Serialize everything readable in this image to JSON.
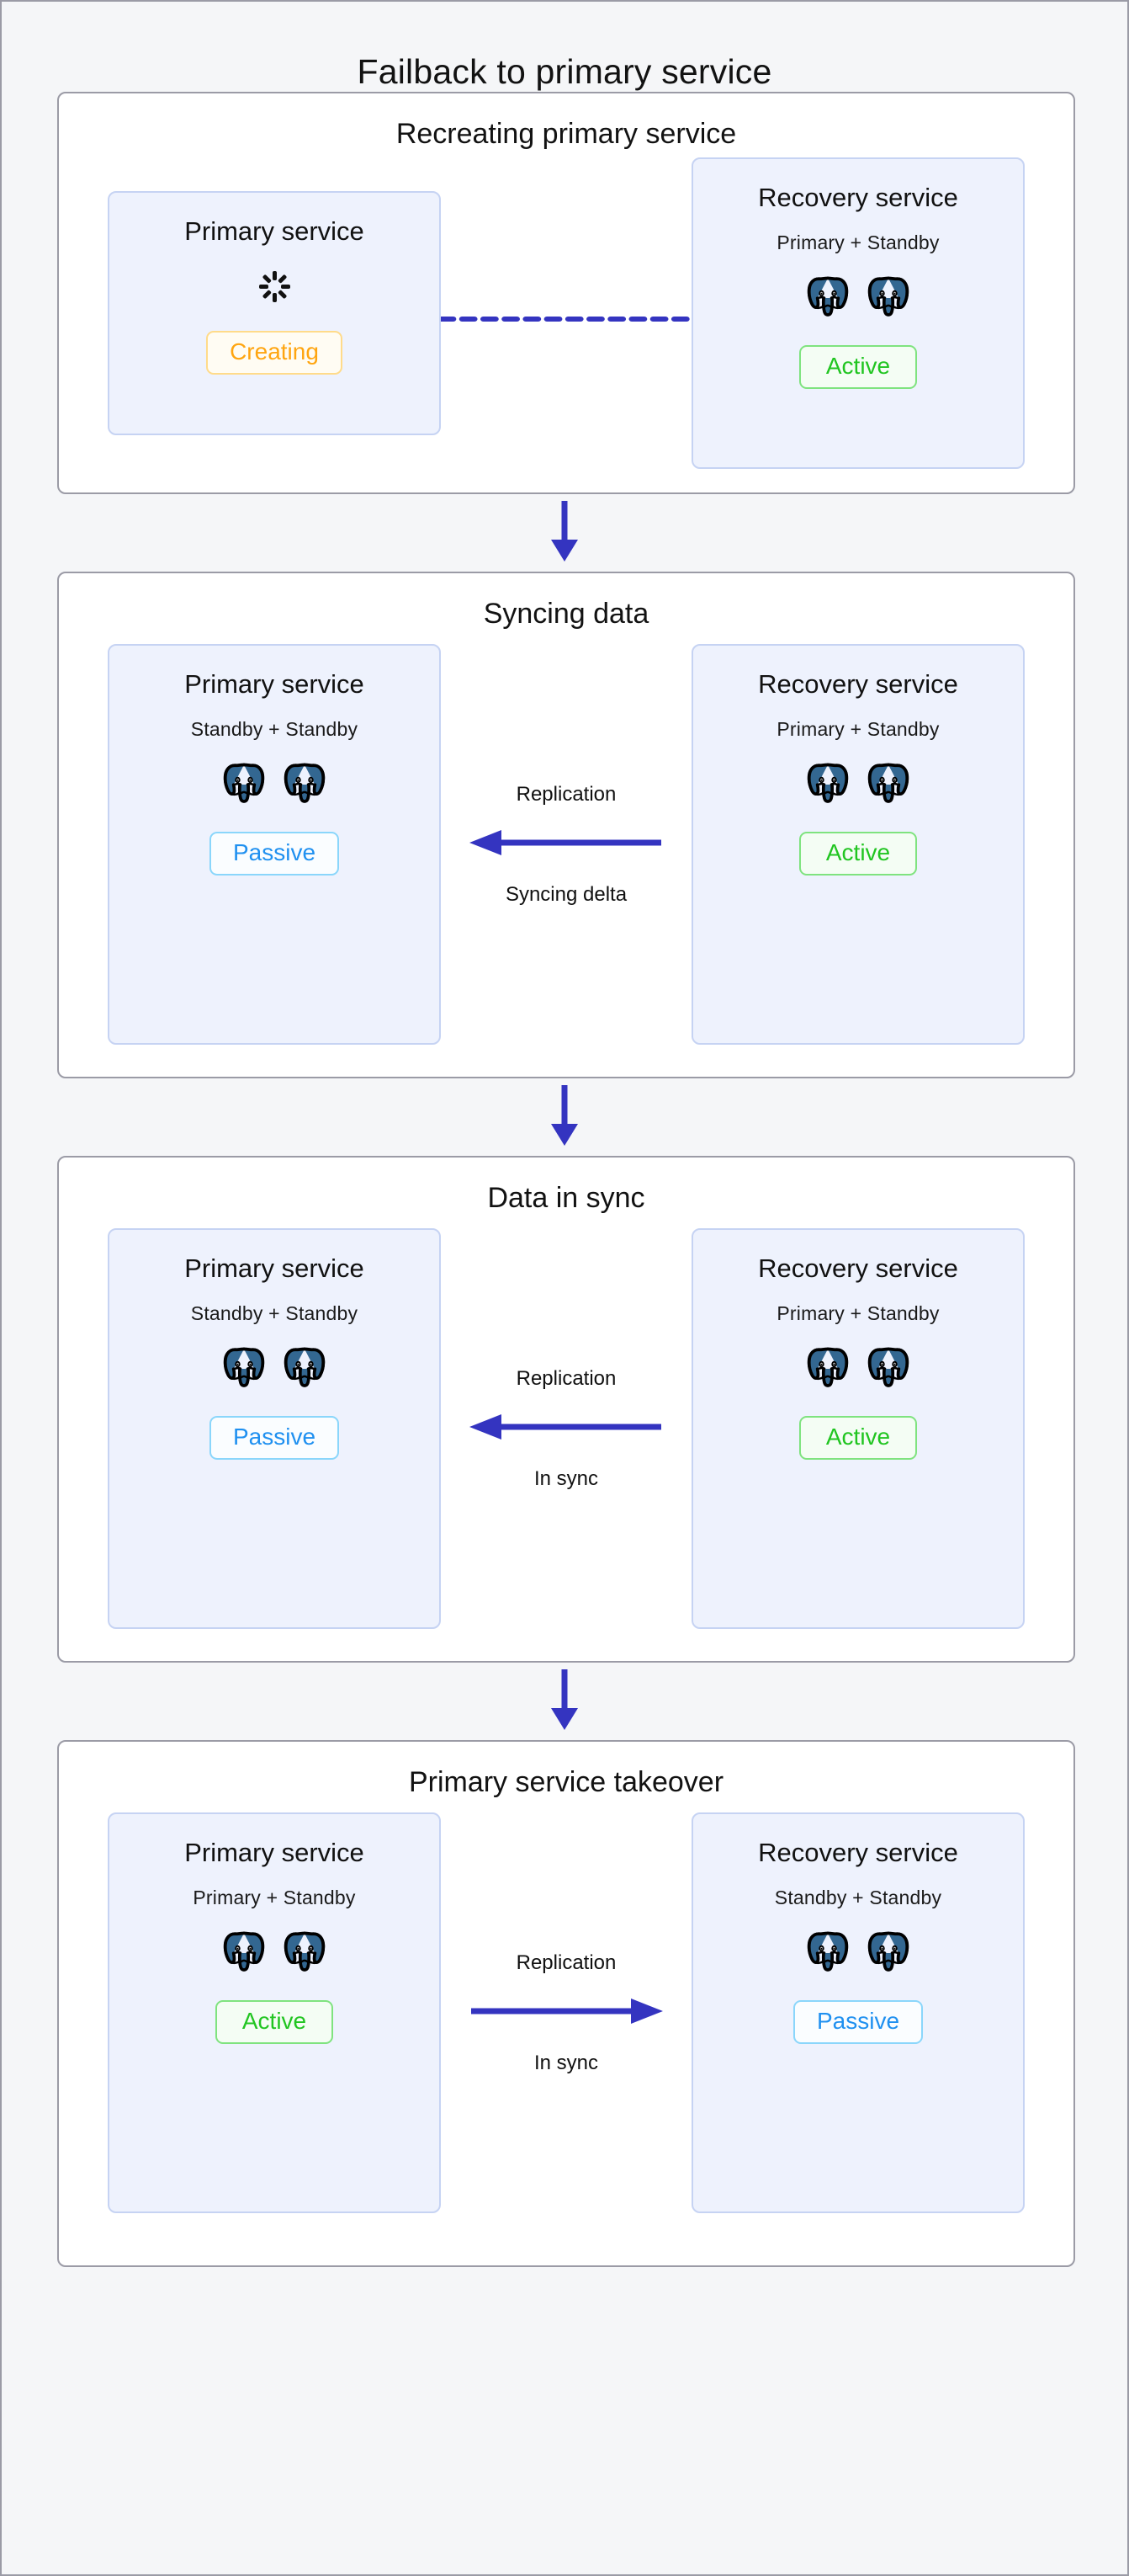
{
  "diagram": {
    "title": "Failback to primary service",
    "colors": {
      "background": "#f5f6f8",
      "panel_border": "#9b9ba6",
      "card_background": "#eef2fd",
      "card_border": "#c6d3f3",
      "arrow_blue": "#3434c0",
      "active_green": "#21c521",
      "passive_blue": "#1f90f0",
      "creating_orange": "#ffa510",
      "postgres_blue": "#336791"
    }
  },
  "stages": [
    {
      "title": "Recreating primary service",
      "left": {
        "name": "Primary service",
        "roles": null,
        "icon": "spinner-icon",
        "nodes": 0,
        "status": "Creating",
        "status_kind": "creating"
      },
      "connector": {
        "kind": "dashed",
        "direction": "none",
        "label_top": null,
        "label_bottom": null
      },
      "right": {
        "name": "Recovery service",
        "roles": "Primary + Standby",
        "icon": "postgres-elephant-icon",
        "nodes": 2,
        "status": "Active",
        "status_kind": "active"
      }
    },
    {
      "title": "Syncing data",
      "left": {
        "name": "Primary service",
        "roles": "Standby + Standby",
        "icon": "postgres-elephant-icon",
        "nodes": 2,
        "status": "Passive",
        "status_kind": "passive"
      },
      "connector": {
        "kind": "solid",
        "direction": "left",
        "label_top": "Replication",
        "label_bottom": "Syncing delta"
      },
      "right": {
        "name": "Recovery service",
        "roles": "Primary + Standby",
        "icon": "postgres-elephant-icon",
        "nodes": 2,
        "status": "Active",
        "status_kind": "active"
      }
    },
    {
      "title": "Data in sync",
      "left": {
        "name": "Primary service",
        "roles": "Standby + Standby",
        "icon": "postgres-elephant-icon",
        "nodes": 2,
        "status": "Passive",
        "status_kind": "passive"
      },
      "connector": {
        "kind": "solid",
        "direction": "left",
        "label_top": "Replication",
        "label_bottom": "In sync"
      },
      "right": {
        "name": "Recovery service",
        "roles": "Primary + Standby",
        "icon": "postgres-elephant-icon",
        "nodes": 2,
        "status": "Active",
        "status_kind": "active"
      }
    },
    {
      "title": "Primary service takeover",
      "left": {
        "name": "Primary service",
        "roles": "Primary + Standby",
        "icon": "postgres-elephant-icon",
        "nodes": 2,
        "status": "Active",
        "status_kind": "active"
      },
      "connector": {
        "kind": "solid",
        "direction": "right",
        "label_top": "Replication",
        "label_bottom": "In sync"
      },
      "right": {
        "name": "Recovery service",
        "roles": "Standby + Standby",
        "icon": "postgres-elephant-icon",
        "nodes": 2,
        "status": "Passive",
        "status_kind": "passive"
      }
    }
  ],
  "step_arrows": [
    {
      "icon": "arrow-down-icon"
    },
    {
      "icon": "arrow-down-icon"
    },
    {
      "icon": "arrow-down-icon"
    }
  ]
}
